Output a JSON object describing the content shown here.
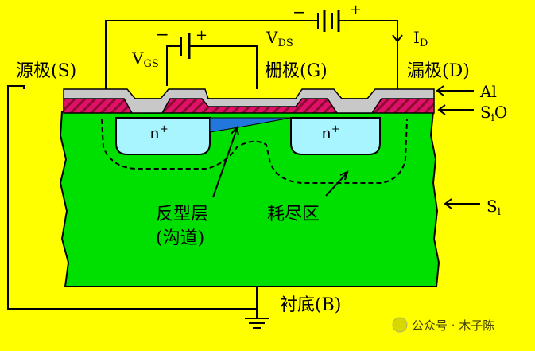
{
  "labels": {
    "source": "源极(S)",
    "gate": "栅极(G)",
    "drain": "漏极(D)",
    "substrate": "衬底(B)",
    "inversion_layer_1": "反型层",
    "inversion_layer_2": "(沟道)",
    "depletion": "耗尽区",
    "al_main": "Al",
    "sio_s": "S",
    "sio_i": "i",
    "sio_o": "O",
    "si_s": "S",
    "si_i": "i",
    "n_plus": "n",
    "plus_sup": "+",
    "vgs_v": "V",
    "vgs_sub": "GS",
    "vds_v": "V",
    "vds_sub": "DS",
    "id_i": "I",
    "id_sub": "D",
    "minus": "−",
    "plus": "+"
  },
  "watermark": "公众号 · 木子陈",
  "colors": {
    "background": "#ffff00",
    "substrate": "#00e000",
    "n_region": "#a8f4ff",
    "oxide": "#e0106a",
    "metal": "#c8c8c8",
    "channel": "#2277dd",
    "wire": "#000000"
  }
}
